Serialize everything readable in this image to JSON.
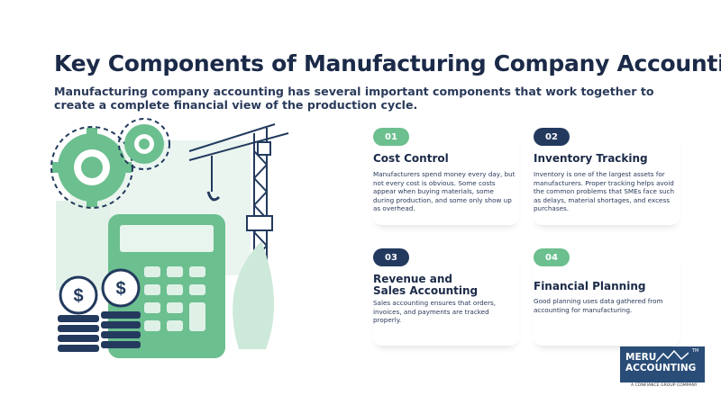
{
  "title": "Key Components of Manufacturing Company Accounting",
  "subtitle": "Manufacturing company accounting has several important components that work together to create a complete financial view of the production cycle.",
  "cards": [
    {
      "number": "01",
      "title": "Cost Control",
      "body": "Manufacturers spend money every day, but not every cost is obvious. Some costs appear when buying materials, some during production, and some only show up as overhead.",
      "badge_color": "#6cbf8f"
    },
    {
      "number": "02",
      "title": "Inventory Tracking",
      "body": "Inventory is one of the largest assets for manufacturers. Proper tracking helps avoid the common problems that SMEs face such as delays, material shortages, and excess purchases.",
      "badge_color": "#233a5e"
    },
    {
      "number": "03",
      "title": "Revenue and Sales Accounting",
      "body": "Sales accounting ensures that orders, invoices, and payments are tracked properly.",
      "badge_color": "#233a5e"
    },
    {
      "number": "04",
      "title": "Financial Planning",
      "body": "Good planning uses data gathered from accounting for manufacturing.",
      "badge_color": "#6cbf8f"
    }
  ],
  "logo": {
    "line1": "MERU",
    "line2": "ACCOUNTING",
    "tm": "TM",
    "caption": "A CONFIANCE GROUP COMPANY"
  },
  "colors": {
    "green": "#6cbf8f",
    "navy": "#233a5e",
    "title": "#1b2a48"
  }
}
